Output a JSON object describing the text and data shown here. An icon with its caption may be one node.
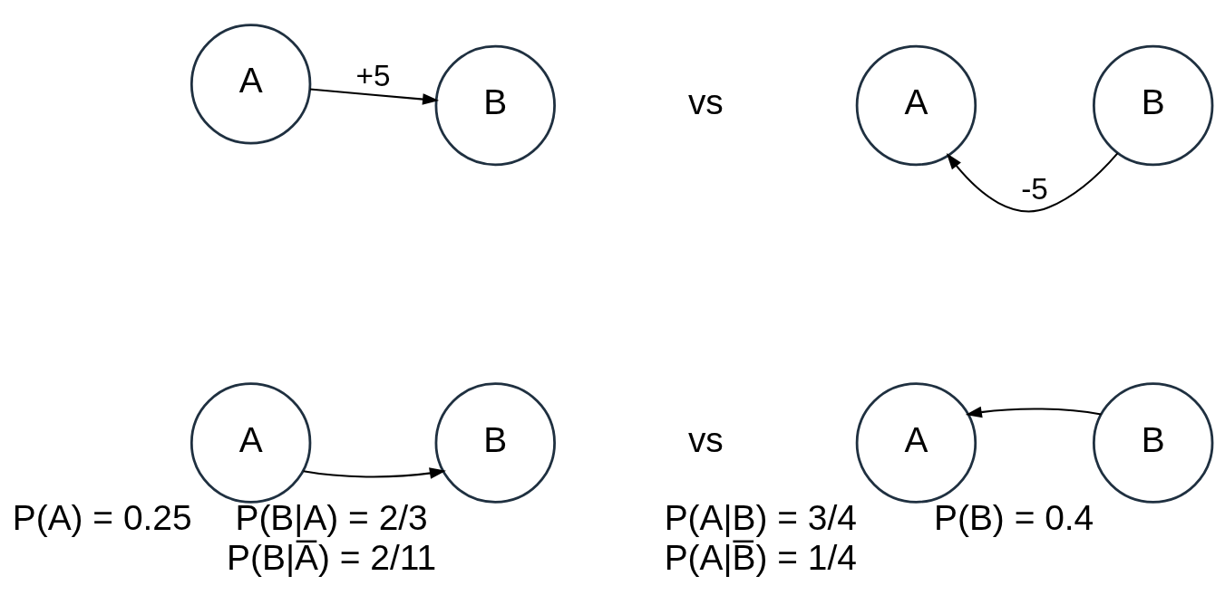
{
  "diagram": {
    "nodes": [
      {
        "text": [
          "A"
        ]
      },
      {
        "text": [
          "B"
        ]
      },
      {
        "text": [
          "A"
        ]
      },
      {
        "text": [
          "B"
        ]
      },
      {
        "text": [
          "A"
        ],
        "beside": [
          "P(A) = 0.25"
        ]
      },
      {
        "text": [
          "B"
        ],
        "beside": [
          "P(B|A) = 2/3",
          "P(B|A̅) = 2/11"
        ]
      },
      {
        "text": [
          "A"
        ],
        "beside": [
          "P(A|B) = 3/4",
          "P(A|B̅) = 1/4"
        ]
      },
      {
        "text": [
          "B"
        ],
        "beside": [
          "P(B) = 0.4"
        ]
      }
    ],
    "edges": [
      {
        "from": 0,
        "to": 1,
        "arrow": "to",
        "label": "+5"
      },
      {
        "from": 3,
        "to": 2,
        "arrow": "to",
        "label": "-5"
      },
      {
        "from": 4,
        "to": 5,
        "arrow": "to"
      },
      {
        "from": 7,
        "to": 6,
        "arrow": "to"
      }
    ],
    "labels": [
      "vs",
      "vs"
    ]
  }
}
